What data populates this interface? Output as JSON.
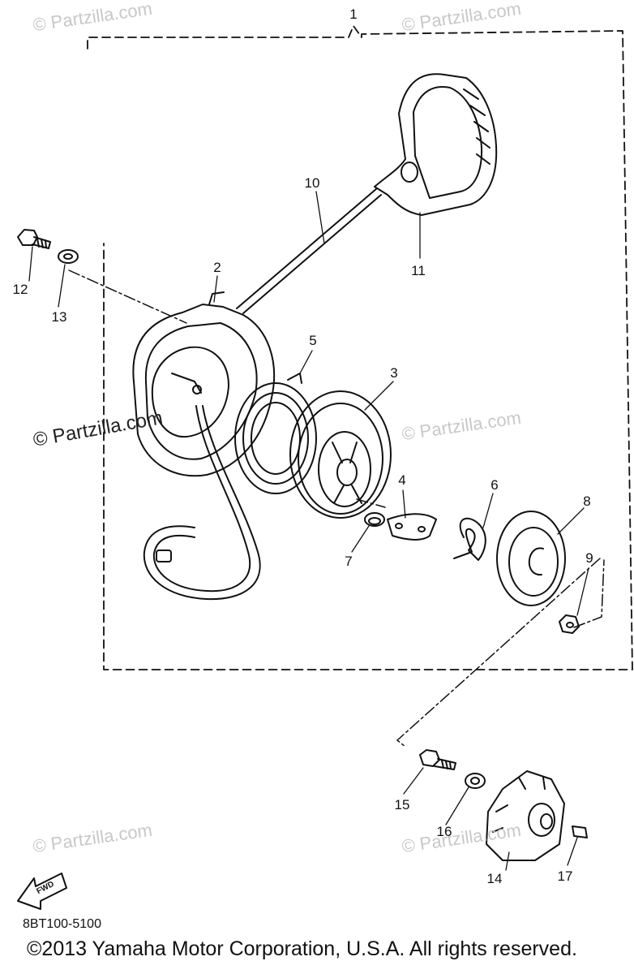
{
  "watermark": "© Partzilla.com",
  "callouts": [
    "1",
    "2",
    "3",
    "4",
    "5",
    "6",
    "7",
    "8",
    "9",
    "10",
    "11",
    "12",
    "13",
    "14",
    "15",
    "16",
    "17"
  ],
  "fwd_label": "FWD",
  "drawing_code": "8BT100-5100",
  "copyright": "©2013  Yamaha Motor Corporation, U.S.A. All rights reserved."
}
